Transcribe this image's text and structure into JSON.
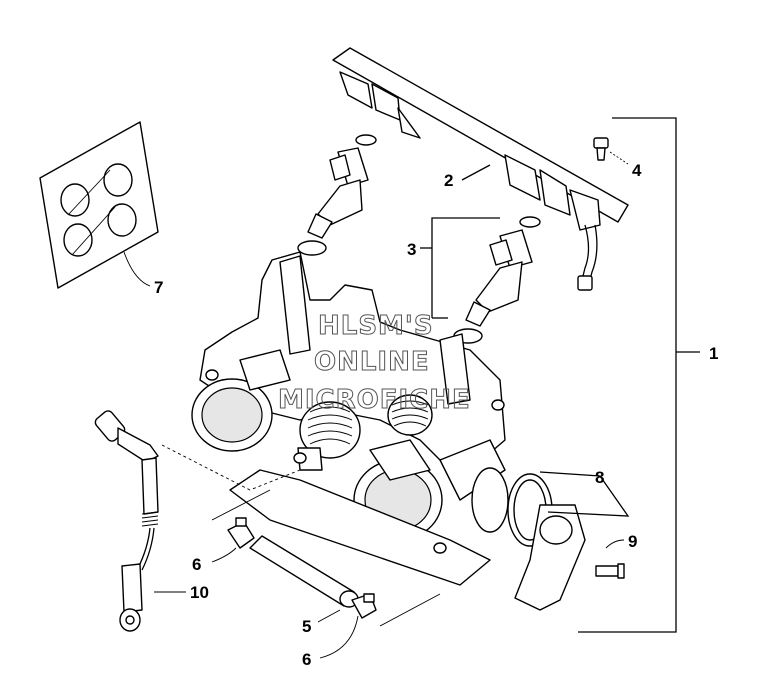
{
  "callouts": {
    "c1": "1",
    "c2": "2",
    "c3": "3",
    "c4": "4",
    "c5": "5",
    "c6a": "6",
    "c6b": "6",
    "c7": "7",
    "c8": "8",
    "c9": "9",
    "c10": "10"
  },
  "watermark": {
    "line1": "HLSM'S",
    "line2": "ONLINE",
    "line3": "MICROFICHE"
  }
}
